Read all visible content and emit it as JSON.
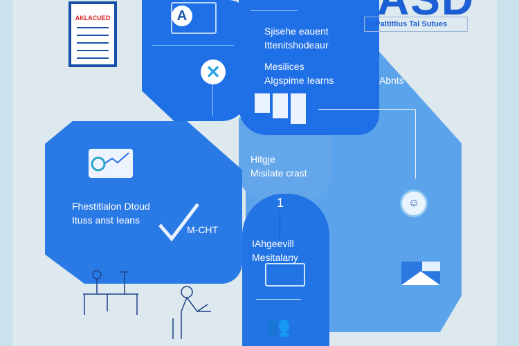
{
  "title": "ASD",
  "subtitle": "Paltitlius Tal Sutues",
  "clipboard_label": "AKLACUED",
  "top_card": {
    "letter": "A"
  },
  "block1": {
    "line1": "Sjisehe eauent",
    "line2": "Ittenitshodeaur"
  },
  "block2": {
    "line1": "Mesilices",
    "line2": "Algspime Iearns"
  },
  "side_label": "Abnts",
  "mid_block": {
    "line1": "Hitgje",
    "line2": "Misilate crast"
  },
  "left_block": {
    "line1": "Fhestitlalon Dtoud",
    "line2": "Ituss anst Ieans"
  },
  "check_label": "M-CHT",
  "step_number": "1",
  "bottom_block": {
    "line1": "IAhgeevill",
    "line2": "Mesitalany"
  },
  "colors": {
    "dark_blue": "#1f6fe6",
    "mid_blue": "#2a7ae6",
    "light_blue": "#5aa2ea",
    "title": "#1c5fd4",
    "bg": "#dde8ef"
  }
}
